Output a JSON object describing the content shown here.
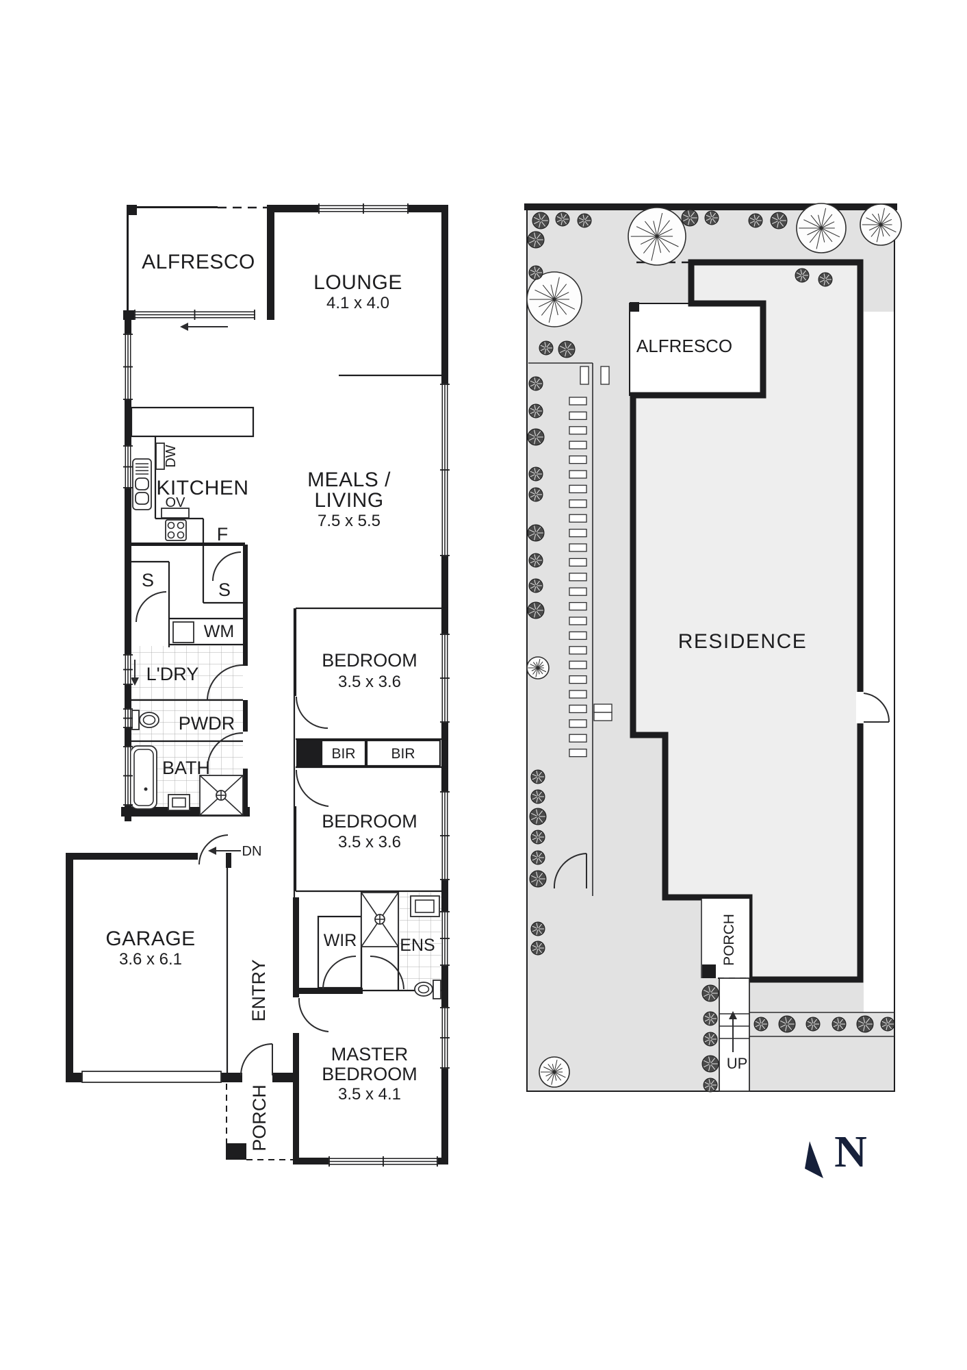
{
  "floorplan": {
    "alfresco_label": "ALFRESCO",
    "lounge_label": "LOUNGE",
    "lounge_dims": "4.1 x 4.0",
    "kitchen_label": "KITCHEN",
    "dw": "DW",
    "ov": "OV",
    "fridge": "F",
    "store1": "S",
    "store2": "S",
    "meals_label1": "MEALS /",
    "meals_label2": "LIVING",
    "meals_dims": "7.5 x 5.5",
    "wm": "WM",
    "laundry_label": "L'DRY",
    "powder_label": "PWDR",
    "bath_label": "BATH",
    "bedroom1_label": "BEDROOM",
    "bedroom1_dims": "3.5 x 3.6",
    "bir1": "BIR",
    "bir2": "BIR",
    "bedroom2_label": "BEDROOM",
    "bedroom2_dims": "3.5 x 3.6",
    "garage_label": "GARAGE",
    "garage_dims": "3.6 x 6.1",
    "entry_label": "ENTRY",
    "dn": "DN",
    "wir": "WIR",
    "ens": "ENS",
    "master_label1": "MASTER",
    "master_label2": "BEDROOM",
    "master_dims": "3.5 x 4.1",
    "porch_label": "PORCH"
  },
  "siteplan": {
    "alfresco_label": "ALFRESCO",
    "residence_label": "RESIDENCE",
    "porch_label": "PORCH",
    "up": "UP"
  },
  "compass": {
    "label": "N"
  },
  "colors": {
    "wall": "#1d1d1f",
    "garden": "#e2e2e2",
    "residence_fill": "#eeeeee",
    "compass": "#16203a"
  }
}
